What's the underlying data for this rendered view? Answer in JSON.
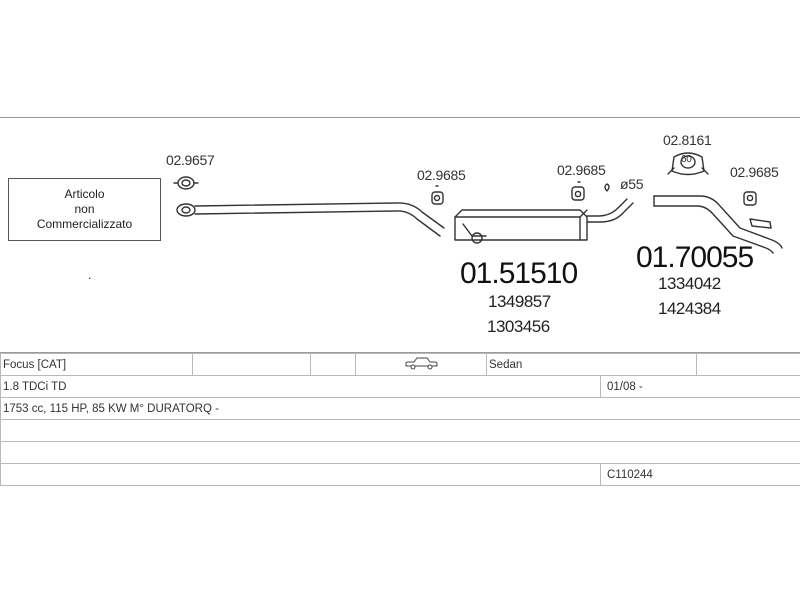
{
  "notice": {
    "line1": "Articolo",
    "line2": "non",
    "line3": "Commercializzato"
  },
  "dot_text": ".",
  "codes": {
    "flange_gasket": "02.9657",
    "hanger_1": "02.9685",
    "hanger_2": "02.9685",
    "clamp_ring": "02.8161",
    "clamp_ring_size": "60",
    "hanger_3": "02.9685",
    "pipe_diameter": "ø55"
  },
  "parts": {
    "middle_silencer": {
      "number": "01.51510",
      "oem": [
        "1349857",
        "1303456"
      ]
    },
    "rear_silencer": {
      "number": "01.70055",
      "oem": [
        "1334042",
        "1424384"
      ]
    }
  },
  "specs": {
    "model": "Focus  [CAT]",
    "body_type": "Sedan",
    "engine": "1.8 TDCi TD",
    "date": "01/08 -",
    "details": "1753 cc, 115 HP, 85 KW M° DURATORQ -",
    "catalog_code": "C110244"
  },
  "icons": {
    "car": "sedan-car-icon"
  },
  "colors": {
    "line": "#9a9a9a",
    "drawing": "#333333"
  }
}
